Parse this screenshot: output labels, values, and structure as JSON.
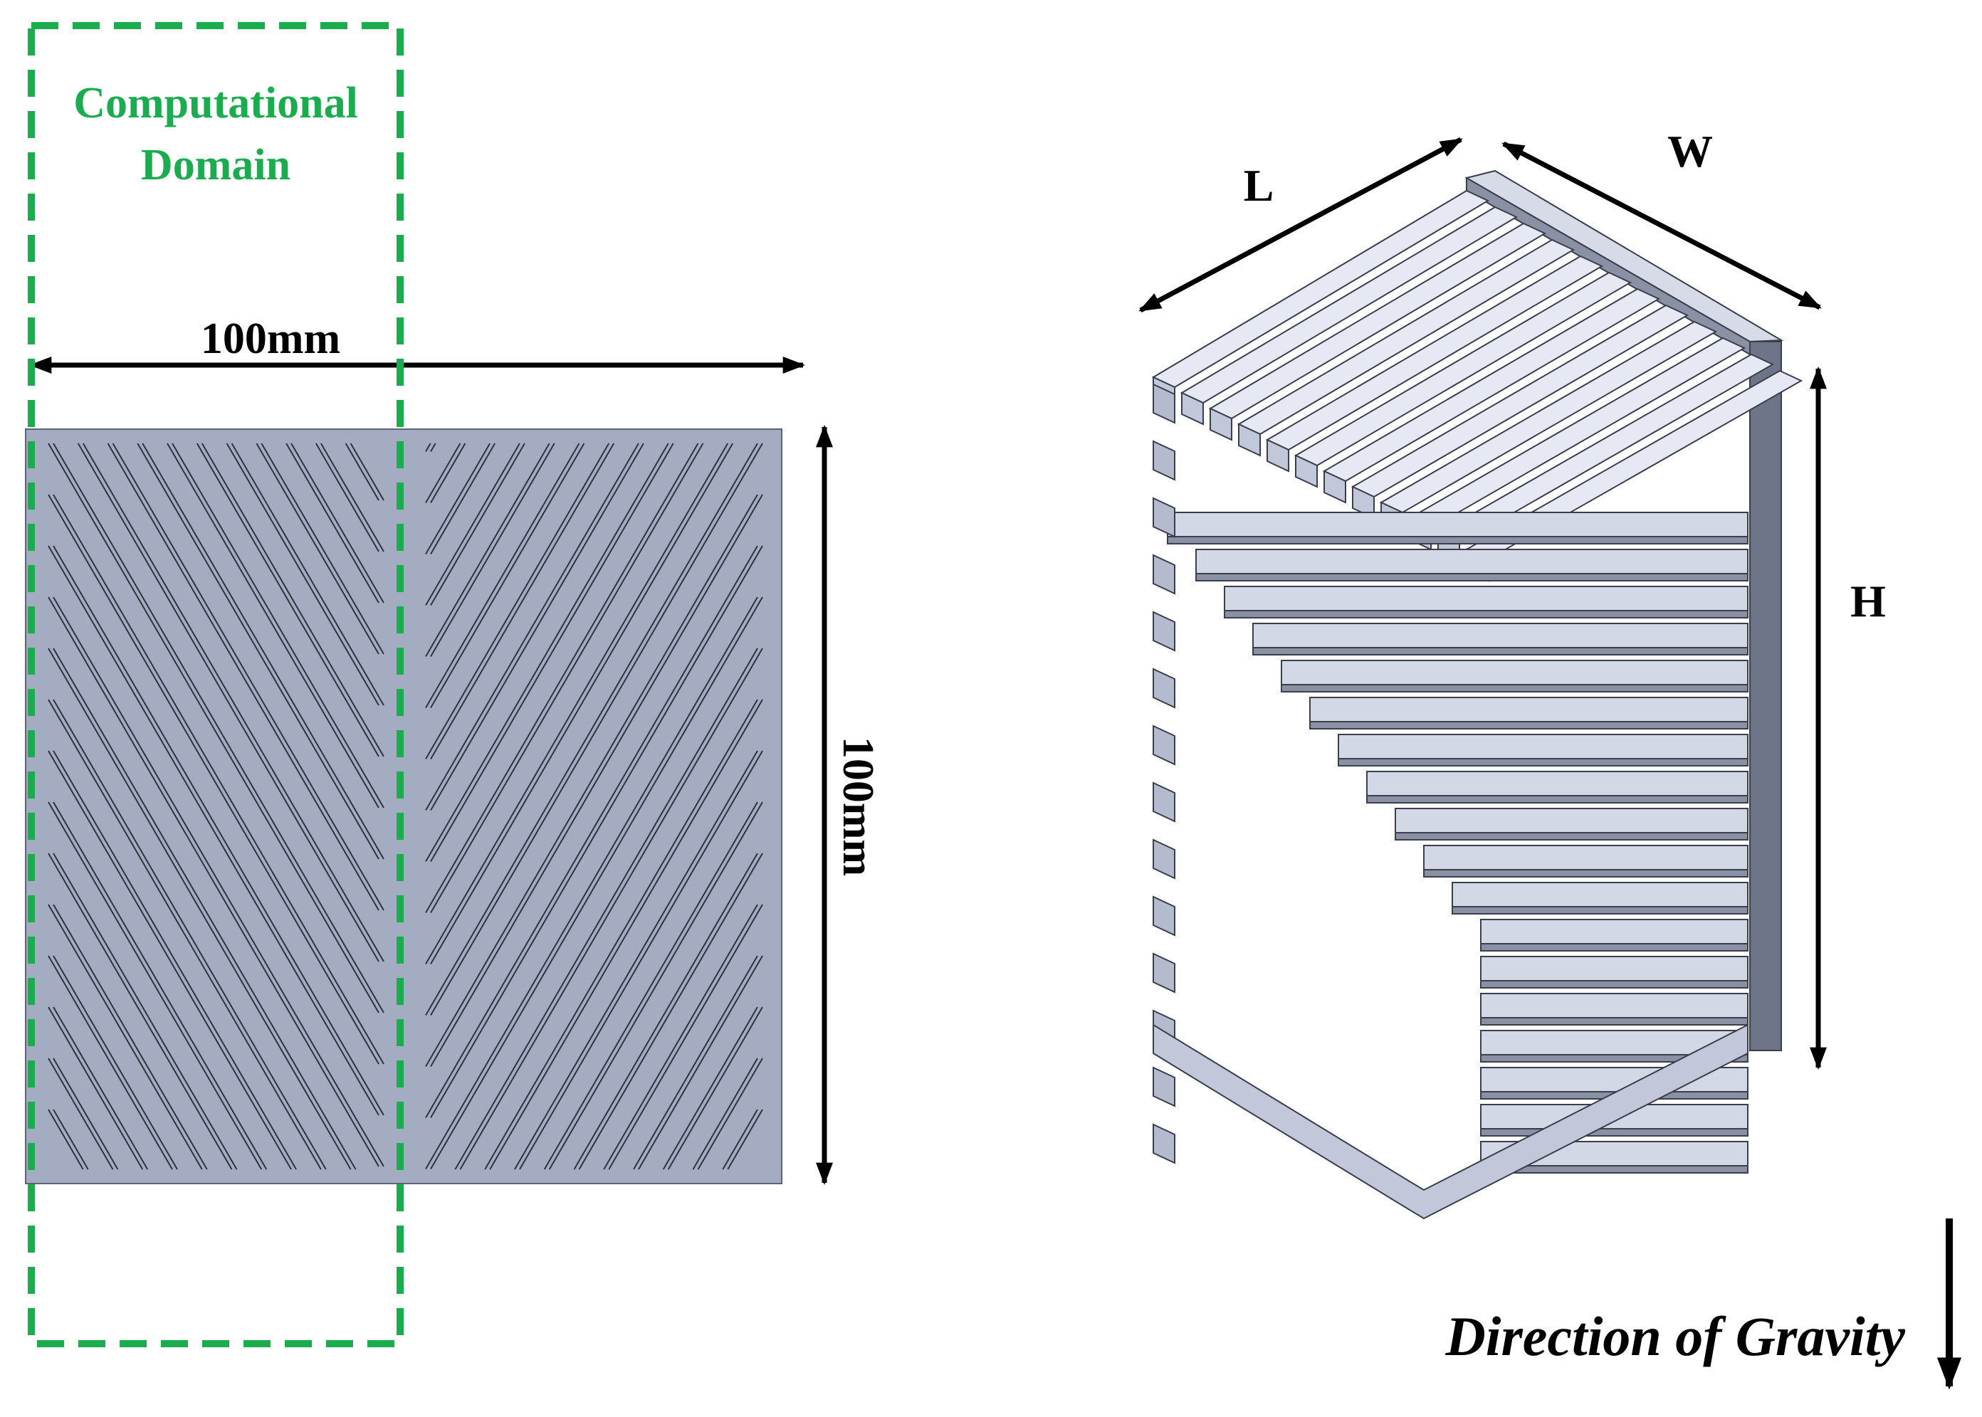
{
  "labels": {
    "domain_line1": "Computational",
    "domain_line2": "Domain",
    "width_dim": "100mm",
    "height_dim": "100mm",
    "L": "L",
    "W": "W",
    "H": "H",
    "gravity": "Direction of Gravity"
  },
  "colors": {
    "plate": "#a4acc2",
    "plate_stroke": "#5e6477",
    "groove_stroke": "#2e3340",
    "domain_box": "#1aac4e",
    "arrow": "#000000",
    "fin_top": "#e6e9f3",
    "fin_front": "#c2c8da",
    "fin_dark": "#8a91a5",
    "back_plate": "#6e7588"
  }
}
